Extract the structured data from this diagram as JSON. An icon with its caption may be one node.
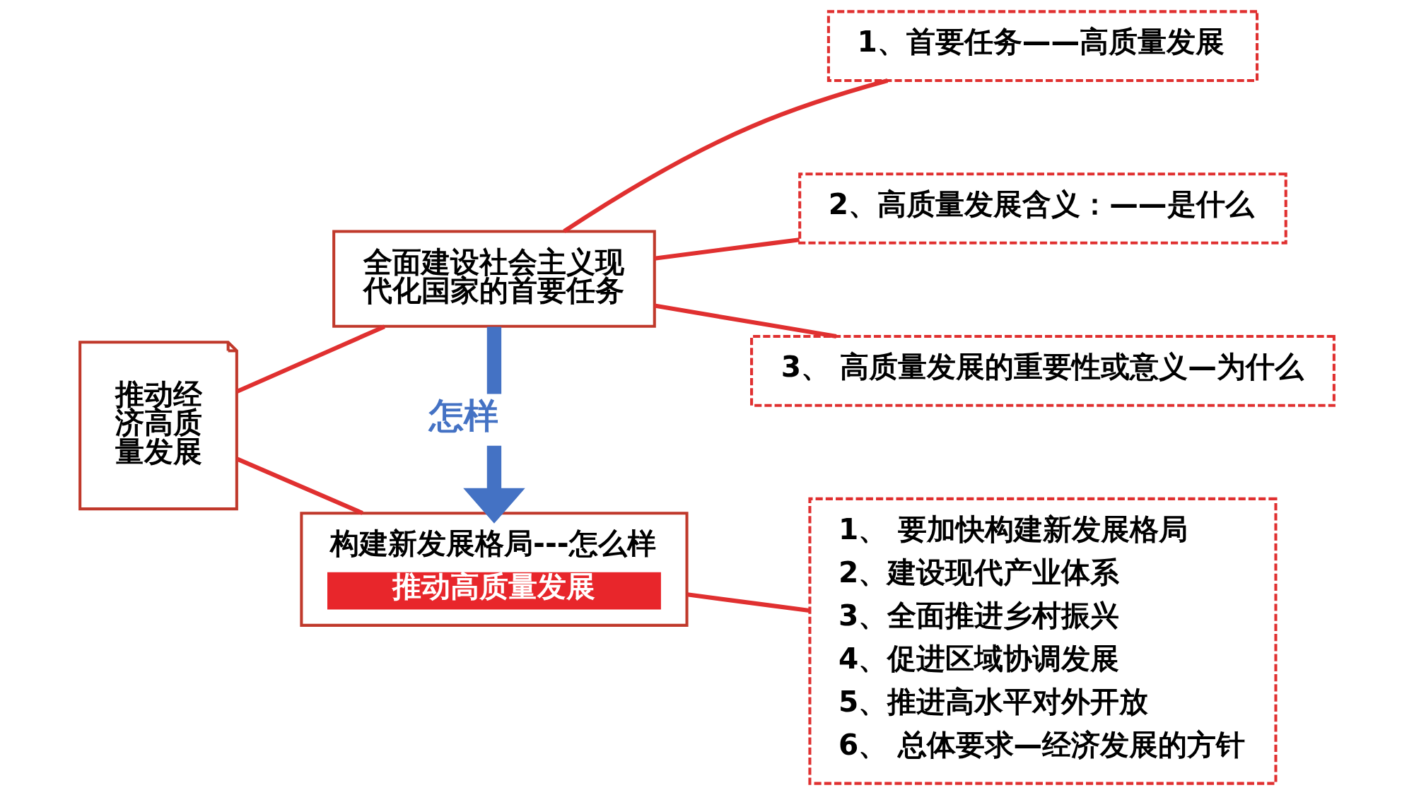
{
  "diagram": {
    "nodes": [
      {
        "text": [
          "推动经济高质量发展"
        ]
      },
      {
        "text": [
          "全面建设社会主义现代化国家的首要任务"
        ]
      },
      {
        "text": [
          "1、首要任务——高质量发展"
        ]
      },
      {
        "text": [
          "2、高质量发展含义：——是什么"
        ]
      },
      {
        "text": [
          "3、 高质量发展的重要性或意义—为什么"
        ]
      },
      {
        "text": [
          "构建新发展格局---怎么样",
          "推动高质量发展"
        ]
      },
      {
        "text": [
          "1、 要加快构建新发展格局",
          "2、建设现代产业体系",
          "3、全面推进乡村振兴",
          "4、促进区域协调发展",
          "5、推进高水平对外开放",
          "6、 总体要求—经济发展的方针"
        ]
      }
    ],
    "edges": [
      {
        "from": 0,
        "to": 1,
        "arrow": "none"
      },
      {
        "from": 0,
        "to": 5,
        "arrow": "none"
      },
      {
        "from": 1,
        "to": 2,
        "arrow": "none"
      },
      {
        "from": 1,
        "to": 3,
        "arrow": "none"
      },
      {
        "from": 1,
        "to": 4,
        "arrow": "none"
      },
      {
        "from": 1,
        "to": 5,
        "arrow": "to",
        "label": "怎样",
        "style": "thick",
        "color": "#4472c4"
      },
      {
        "from": 5,
        "to": 6,
        "arrow": "none"
      }
    ]
  }
}
